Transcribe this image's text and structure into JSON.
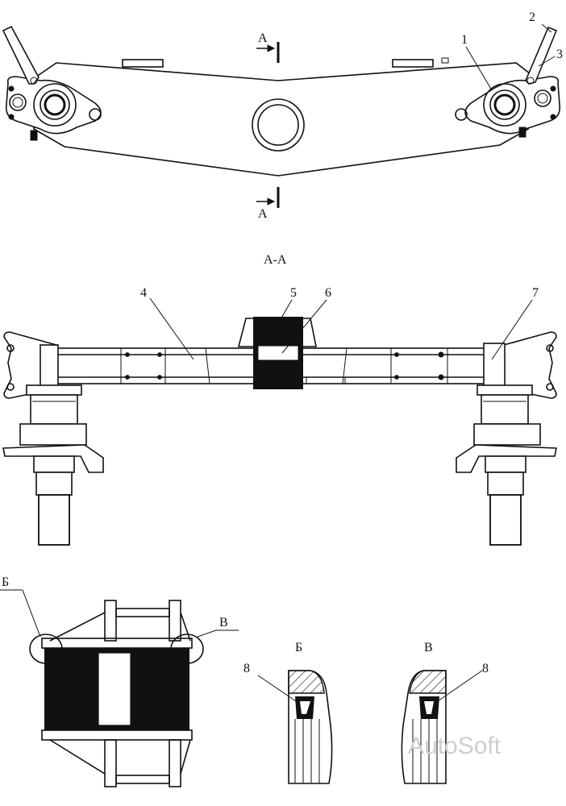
{
  "labels": {
    "n1": "1",
    "n2": "2",
    "n3": "3",
    "n4": "4",
    "n5": "5",
    "n6": "6",
    "n7": "7",
    "n8a": "8",
    "n8b": "8"
  },
  "section": {
    "arrow_top": "A",
    "arrow_bottom": "A",
    "title": "A-A"
  },
  "details": {
    "b_leader": "Б",
    "v_leader": "В",
    "b_title": "Б",
    "v_title": "В"
  },
  "watermark": "AutoSoft"
}
